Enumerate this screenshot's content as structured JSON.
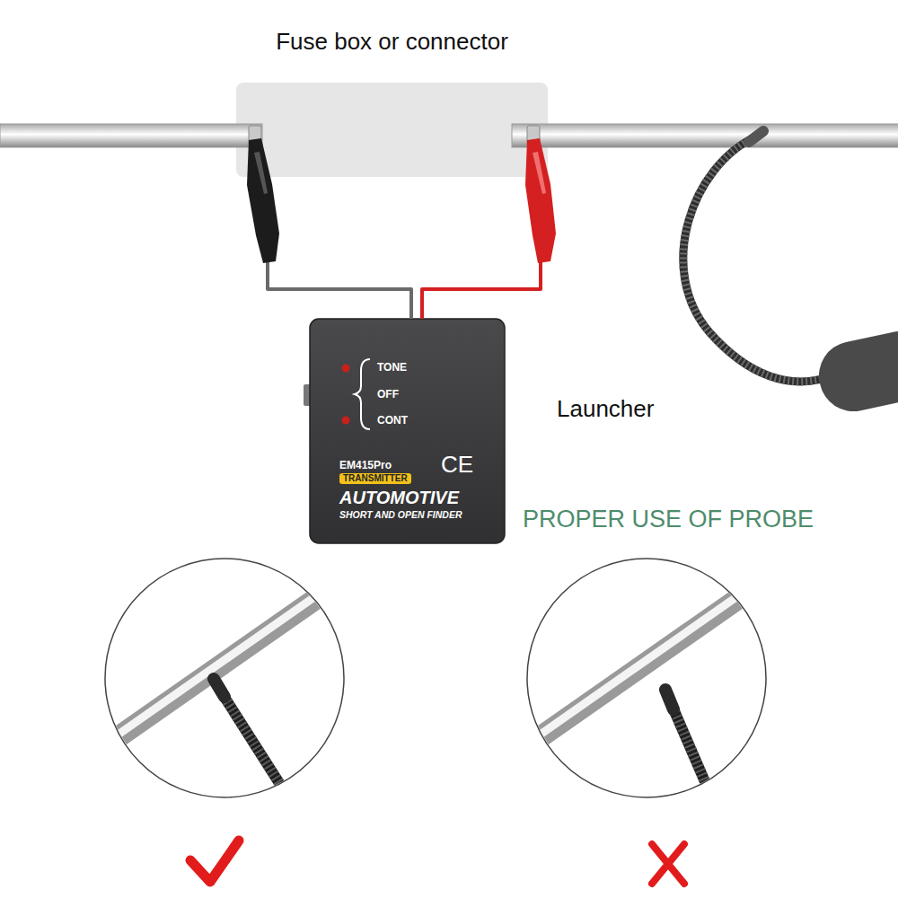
{
  "diagram": {
    "nodes": [
      {
        "text": [
          "Fuse box or connector"
        ]
      },
      {
        "text": [
          "TONE",
          "OFF",
          "CONT",
          "EM415Pro",
          "CE",
          "AUTOMOTIVE",
          "SHORT AND OPEN FINDER"
        ]
      },
      {
        "text": [
          "TRANSMITTER"
        ],
        "in": 1
      }
    ],
    "edges": [
      {
        "from": 1,
        "to": 0,
        "arrow": "none"
      },
      {
        "from": 1,
        "to": 0,
        "arrow": "none"
      }
    ],
    "labels": [
      "Launcher",
      "PROPER USE OF PROBE"
    ]
  }
}
